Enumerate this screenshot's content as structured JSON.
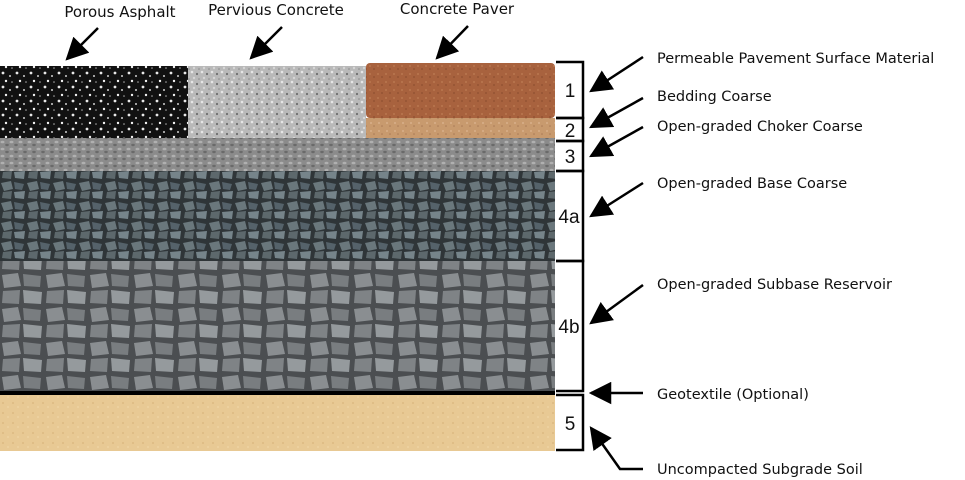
{
  "top_labels": {
    "porous_asphalt": "Porous Asphalt",
    "pervious_concrete": "Pervious Concrete",
    "concrete_paver": "Concrete Paver"
  },
  "layer_numbers": {
    "n1": "1",
    "n2": "2",
    "n3": "3",
    "n4a": "4a",
    "n4b": "4b",
    "n5": "5"
  },
  "layer_names": {
    "surface": "Permeable Pavement Surface Material",
    "bedding": "Bedding Coarse",
    "choker": "Open-graded Choker Coarse",
    "base": "Open-graded Base Coarse",
    "subbase": "Open-graded Subbase Reservoir",
    "geotextile": "Geotextile (Optional)",
    "subgrade": "Uncompacted Subgrade Soil"
  },
  "colors": {
    "porous_asphalt": "#1a1a1a",
    "pervious_concrete": "#b8b8b8",
    "concrete_paver": "#a8623e",
    "bedding": "#c89a6e",
    "choker": "#8c8c8c",
    "base": "#4f5a5e",
    "subbase": "#7a7d80",
    "subgrade": "#e8c994"
  }
}
